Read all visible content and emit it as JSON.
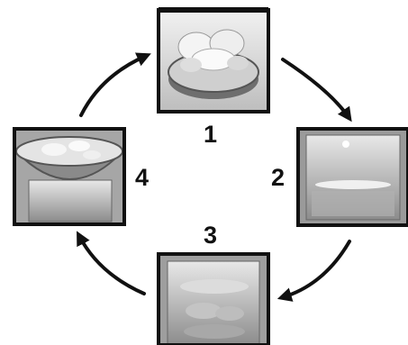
{
  "steps": [
    {
      "number": "1",
      "icon": "petri-dish-with-seeds-icon"
    },
    {
      "number": "2",
      "icon": "beaker-with-water-icon"
    },
    {
      "number": "3",
      "icon": "beaker-with-settled-material-icon"
    },
    {
      "number": "4",
      "icon": "sieve-over-beaker-icon"
    }
  ],
  "colors": {
    "ink": "#111111",
    "background": "#ffffff"
  }
}
